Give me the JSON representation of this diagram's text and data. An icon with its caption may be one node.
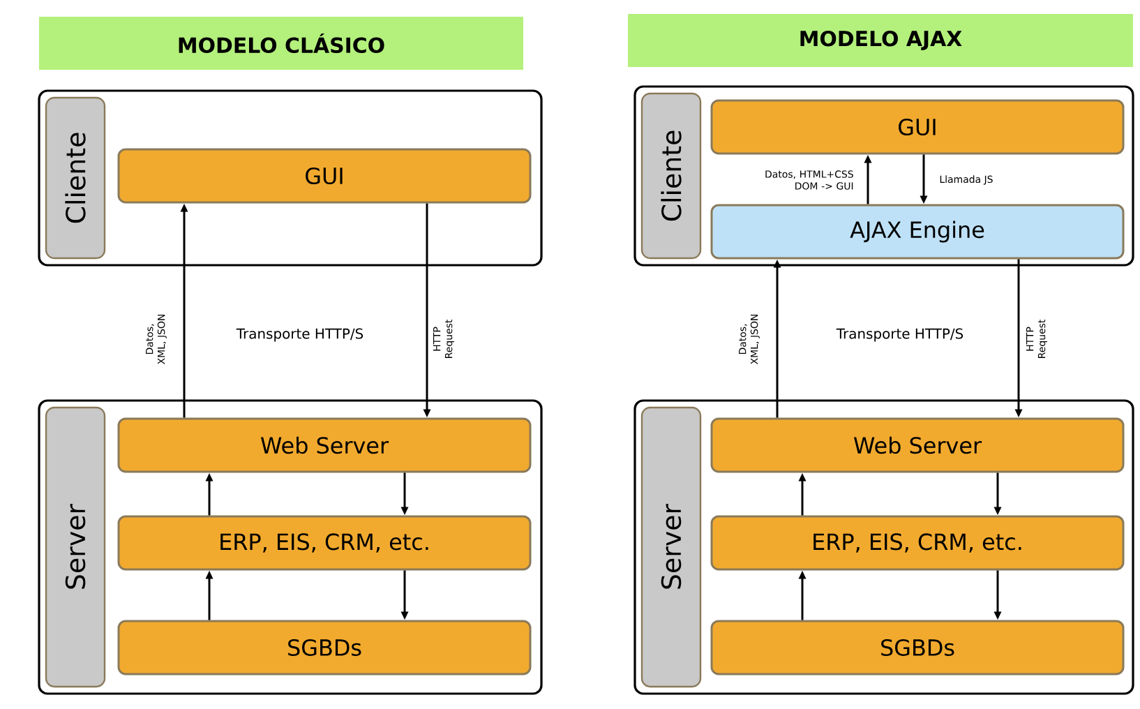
{
  "diagram": {
    "nodes": [
      {
        "text": [
          "MODELO CLÁSICO"
        ]
      },
      {
        "text": [
          "Cliente"
        ]
      },
      {
        "text": [
          "GUI"
        ],
        "in": 1
      },
      {
        "text": [
          "Server"
        ]
      },
      {
        "text": [
          "Web Server"
        ],
        "in": 3
      },
      {
        "text": [
          "ERP, EIS, CRM, etc."
        ],
        "in": 3
      },
      {
        "text": [
          "SGBDs"
        ],
        "in": 3
      },
      {
        "text": [
          "MODELO AJAX"
        ]
      },
      {
        "text": [
          "Cliente"
        ]
      },
      {
        "text": [
          "GUI"
        ],
        "in": 8
      },
      {
        "text": [
          "AJAX Engine"
        ],
        "in": 8
      },
      {
        "text": [
          "Server"
        ]
      },
      {
        "text": [
          "Web Server"
        ],
        "in": 11
      },
      {
        "text": [
          "ERP, EIS, CRM, etc."
        ],
        "in": 11
      },
      {
        "text": [
          "SGBDs"
        ],
        "in": 11
      }
    ],
    "edges": [
      {
        "from": 4,
        "to": 2,
        "arrow": "to",
        "label": "Datos, XML, JSON"
      },
      {
        "from": 2,
        "to": 4,
        "arrow": "to",
        "label": "HTTP Request"
      },
      {
        "from": 5,
        "to": 4,
        "arrow": "to"
      },
      {
        "from": 4,
        "to": 5,
        "arrow": "to"
      },
      {
        "from": 6,
        "to": 5,
        "arrow": "to"
      },
      {
        "from": 5,
        "to": 6,
        "arrow": "to"
      },
      {
        "from": 10,
        "to": 9,
        "arrow": "to",
        "label": "Datos, HTML+CSS DOM -> GUI"
      },
      {
        "from": 9,
        "to": 10,
        "arrow": "to",
        "label": "Llamada JS"
      },
      {
        "from": 12,
        "to": 10,
        "arrow": "to",
        "label": "Datos, XML, JSON"
      },
      {
        "from": 10,
        "to": 12,
        "arrow": "to",
        "label": "HTTP Request"
      },
      {
        "from": 13,
        "to": 12,
        "arrow": "to"
      },
      {
        "from": 12,
        "to": 13,
        "arrow": "to"
      },
      {
        "from": 14,
        "to": 13,
        "arrow": "to"
      },
      {
        "from": 13,
        "to": 14,
        "arrow": "to"
      }
    ],
    "labels": [
      "Transporte HTTP/S",
      "Transporte HTTP/S"
    ]
  }
}
